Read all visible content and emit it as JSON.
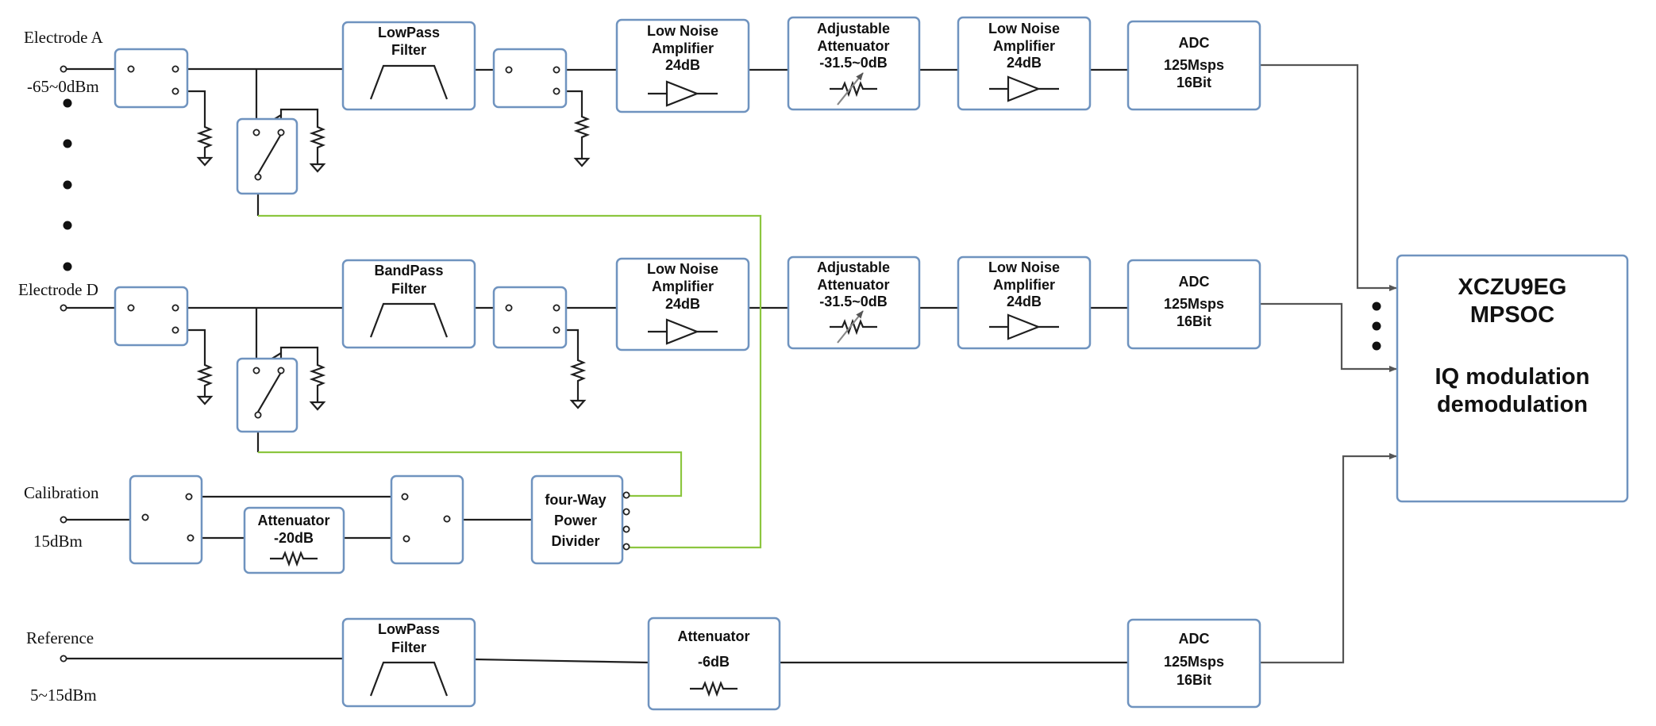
{
  "inputs": {
    "electrode_a": {
      "name": "Electrode A",
      "level": "-65~0dBm"
    },
    "electrode_d": {
      "name": "Electrode D"
    },
    "calibration": {
      "name": "Calibration",
      "level": "15dBm"
    },
    "reference": {
      "name": "Reference",
      "level": "5~15dBm"
    }
  },
  "blocks": {
    "lowpass_filter": [
      "LowPass",
      "Filter"
    ],
    "bandpass_filter": [
      "BandPass",
      "Filter"
    ],
    "lna": [
      "Low Noise",
      "Amplifier",
      "24dB"
    ],
    "adj_attenuator": [
      "Adjustable",
      "Attenuator",
      "-31.5~0dB"
    ],
    "adc": [
      "ADC",
      "125Msps",
      "16Bit"
    ],
    "cal_attenuator": [
      "Attenuator",
      "-20dB"
    ],
    "ref_attenuator": [
      "Attenuator",
      "-6dB"
    ],
    "power_divider": [
      "four-Way",
      "Power",
      "Divider"
    ]
  },
  "processor": {
    "line1": "XCZU9EG",
    "line2": "MPSOC",
    "line3": "IQ modulation",
    "line4": "demodulation"
  },
  "colors": {
    "block_border": "#6f93bf",
    "wire": "#1f1f1f",
    "calibration_route": "#8cc63f",
    "arrow": "#555555"
  }
}
